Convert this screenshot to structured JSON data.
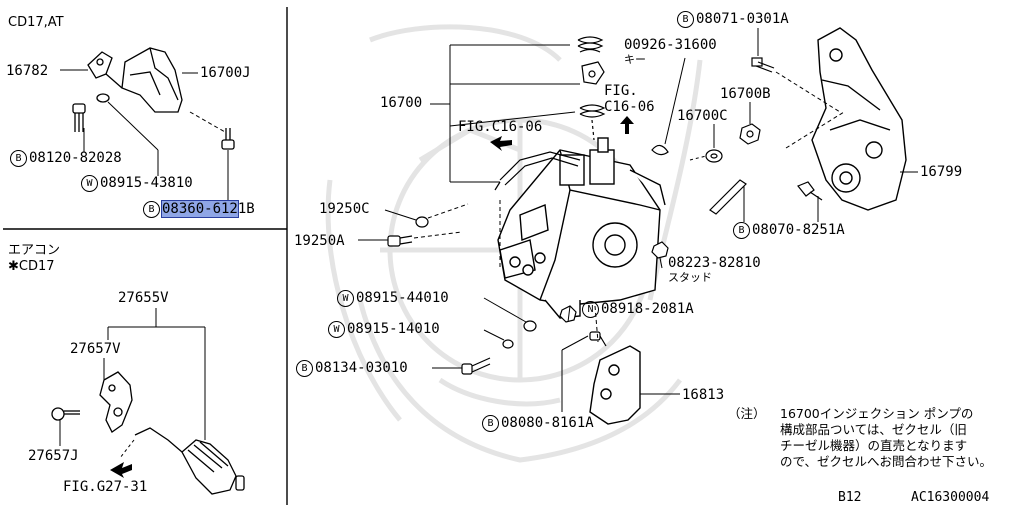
{
  "panels": {
    "top_left": {
      "heading": "CD17,AT",
      "labels": {
        "p16782": "16782",
        "p16700J": "16700J",
        "bolt_circ": "B",
        "bolt": "08120-82028",
        "washer_circ": "W",
        "washer": "08915-43810",
        "sel_circ": "B",
        "sel_text": "08360-612",
        "sel_suffix": "1B"
      }
    },
    "bottom_left": {
      "heading_line1": "エアコン",
      "heading_line2": "✱CD17",
      "labels": {
        "p27655V": "27655V",
        "p27657V": "27657V",
        "p27657J": "27657J",
        "fig": "FIG.G27-31"
      }
    },
    "main": {
      "labels": {
        "p00926": "00926-31600",
        "key": "キー",
        "p16700": "16700",
        "fig_c16_06_a_line1": "FIG.",
        "fig_c16_06_a_line2": "C16-06",
        "fig_c16_06_b": "FIG.C16-06",
        "b08071_circ": "B",
        "b08071": "08071-0301A",
        "p16700B": "16700B",
        "p16700C": "16700C",
        "p16799": "16799",
        "p19250C": "19250C",
        "p19250A": "19250A",
        "b08070_circ": "B",
        "b08070": "08070-8251A",
        "p08223": "08223-82810",
        "stud": "スタッド",
        "w08915_44_circ": "W",
        "w08915_44": "08915-44010",
        "w08915_14_circ": "W",
        "w08915_14": "08915-14010",
        "n08918_circ": "N",
        "n08918": "08918-2081A",
        "b08134_circ": "B",
        "b08134": "08134-03010",
        "p16813": "16813",
        "b08080_circ": "B",
        "b08080": "08080-8161A"
      },
      "note": {
        "mark": "（注）",
        "line1": "16700インジェクション ポンプの",
        "line2": "構成部品ついては、ゼクセル（旧",
        "line3": "チーゼル機器）の直売となります",
        "line4": "ので、ゼクセルへお問合わせ下さい。"
      }
    }
  },
  "footer": {
    "model": "B12",
    "code": "AC16300004"
  },
  "colors": {
    "ink": "#000000",
    "highlight": "#8fa6e6",
    "watermark": "#e6e6e6"
  }
}
